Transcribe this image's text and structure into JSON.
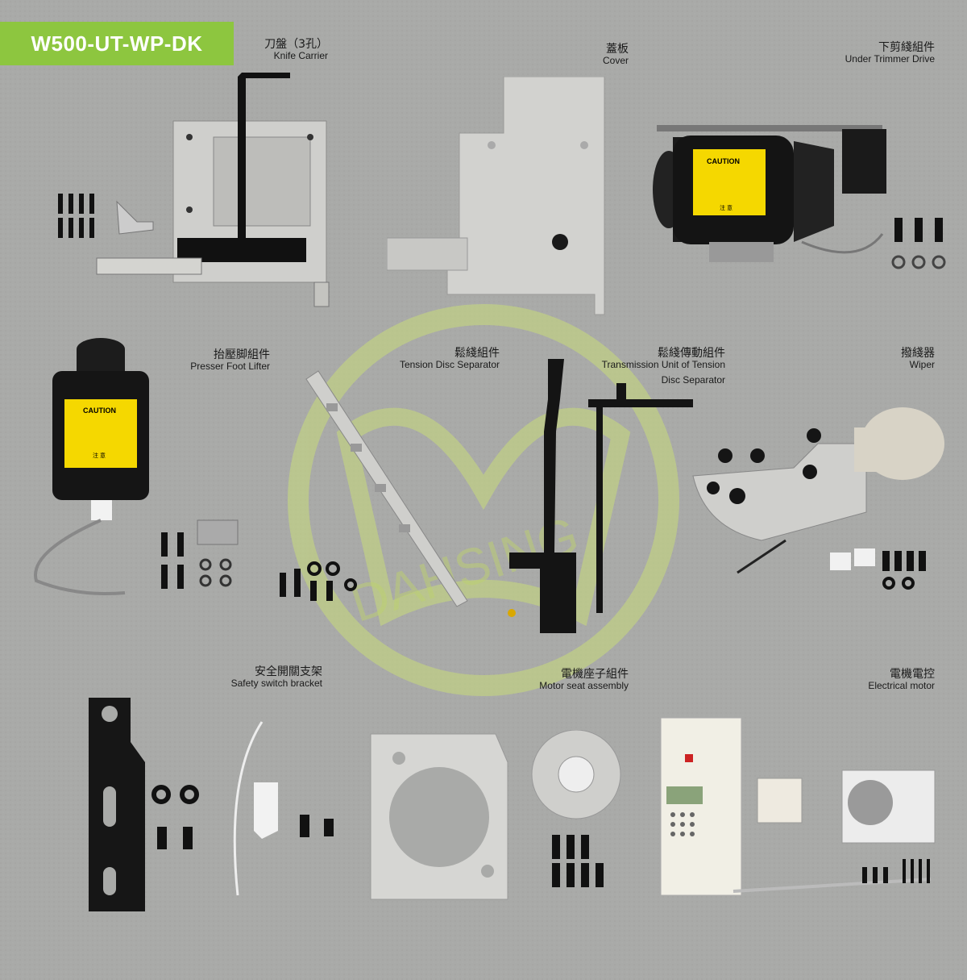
{
  "model": "W500-UT-WP-DK",
  "watermark": "DAHSING",
  "colors": {
    "accent": "#8dc63f",
    "background": "#a9aaa8",
    "caution_label": "#f5d800"
  },
  "caution_text": "CAUTION",
  "caution_zh": "注 意",
  "parts": [
    {
      "zh": "刀盤（3孔）",
      "en": "Knife Carrier"
    },
    {
      "zh": "蓋板",
      "en": "Cover"
    },
    {
      "zh": "下剪綫組件",
      "en": "Under Trimmer Drive"
    },
    {
      "zh": "抬壓脚組件",
      "en": "Presser Foot Lifter"
    },
    {
      "zh": "鬆綫組件",
      "en": "Tension Disc Separator"
    },
    {
      "zh": "鬆綫傳動組件",
      "en": "Transmission Unit of Tension",
      "en2": "Disc Separator"
    },
    {
      "zh": "撥綫器",
      "en": "Wiper"
    },
    {
      "zh": "安全開關支架",
      "en": "Safety switch bracket"
    },
    {
      "zh": "電機座子組件",
      "en": "Motor seat assembly"
    },
    {
      "zh": "電機電控",
      "en": "Electrical motor"
    }
  ]
}
